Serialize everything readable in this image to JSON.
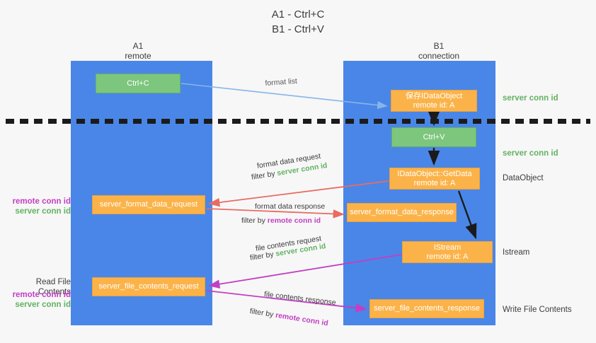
{
  "title": "A1 - Ctrl+C\nB1 - Ctrl+V",
  "columns": {
    "left": {
      "name": "A1",
      "subtitle": "remote",
      "header": "A1\nremote"
    },
    "right": {
      "name": "B1",
      "subtitle": "connection",
      "header": "B1\nconnection"
    }
  },
  "boxes": {
    "ctrl_c": "Ctrl+C",
    "save_dataobject": "保存IDataObject\nremote id: A",
    "ctrl_v": "Ctrl+V",
    "getdata": "IDataObject::GetData\nremote id: A",
    "format_data_request": "server_format_data_request",
    "format_data_response": "server_format_data_response",
    "istream": "IStream\nremote id: A",
    "file_contents_request": "server_file_contents_request",
    "file_contents_response": "server_file_contents_response"
  },
  "right_labels": {
    "server_conn_id_top": "server conn id",
    "server_conn_id_mid": "server conn id",
    "dataobject": "DataObject",
    "istream": "Istream",
    "write_file_contents": "Write File Contents"
  },
  "left_labels": {
    "remote_conn_id_1": "remote conn id",
    "server_conn_id_1": "server conn id",
    "read_file_contents": "Read File Contents",
    "remote_conn_id_2": "remote conn id",
    "server_conn_id_2": "server conn id"
  },
  "captions": {
    "format_list": "format list",
    "format_data_request": "format data request",
    "filter_by": "filter by ",
    "server_conn_id": "server conn id",
    "format_data_response": "format data response",
    "remote_conn_id": "remote conn id",
    "file_contents_request": "file contents request",
    "file_contents_response": "file contents response"
  },
  "colors": {
    "lane": "#4a86e8",
    "green_box": "#7dc67d",
    "orange_box": "#fbb349",
    "server_conn_id": "#63b263",
    "remote_conn_id": "#c23fc2",
    "arrow_blue": "#86b5e8",
    "arrow_red": "#e86c61",
    "arrow_magenta": "#c23fc2",
    "arrow_black": "#1b1b1b",
    "background": "#f7f7f7"
  }
}
